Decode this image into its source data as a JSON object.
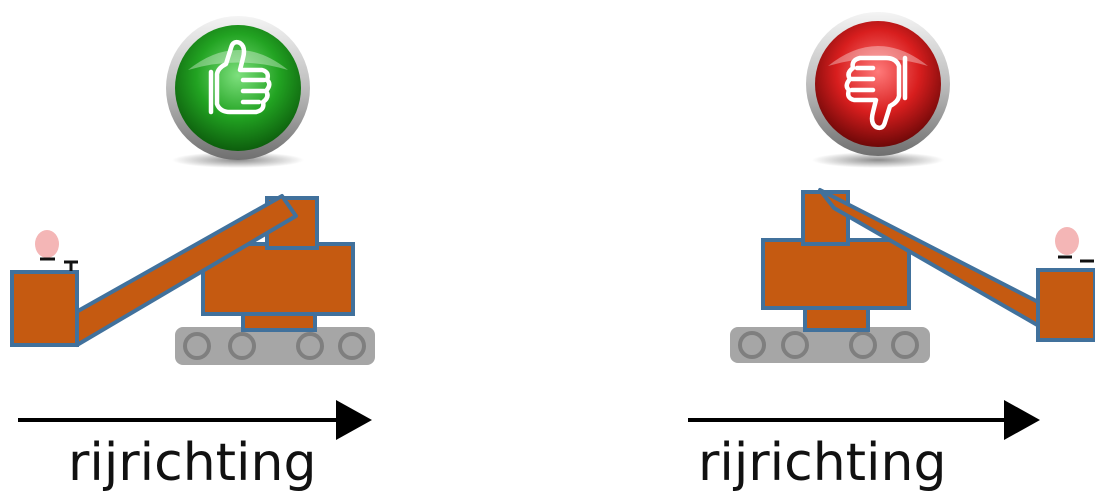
{
  "scenarios": [
    {
      "verdict": "good",
      "verdict_icon": "thumbs-up-icon",
      "verdict_color": "#2E9E2E",
      "direction_label": "rijrichting",
      "discharge_side": "rear"
    },
    {
      "verdict": "bad",
      "verdict_icon": "thumbs-down-icon",
      "verdict_color": "#CC1F1F",
      "direction_label": "rijrichting",
      "discharge_side": "front"
    }
  ],
  "colors": {
    "machine_body": "#C55A11",
    "machine_outline": "#41719C",
    "track": "#A6A6A6",
    "operator_head": "#F4B6B6"
  }
}
